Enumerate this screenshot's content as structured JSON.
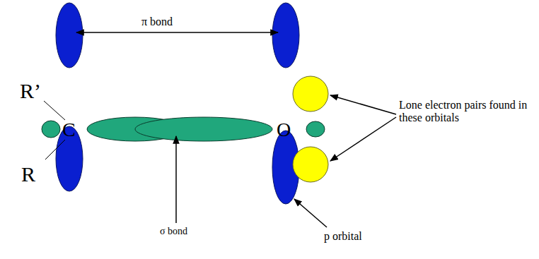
{
  "diagram": {
    "labels": [
      "π bond",
      "R’",
      "C",
      "O",
      "R",
      "σ bond",
      "p orbital",
      "Lone electron pairs found in these orbitals"
    ]
  }
}
